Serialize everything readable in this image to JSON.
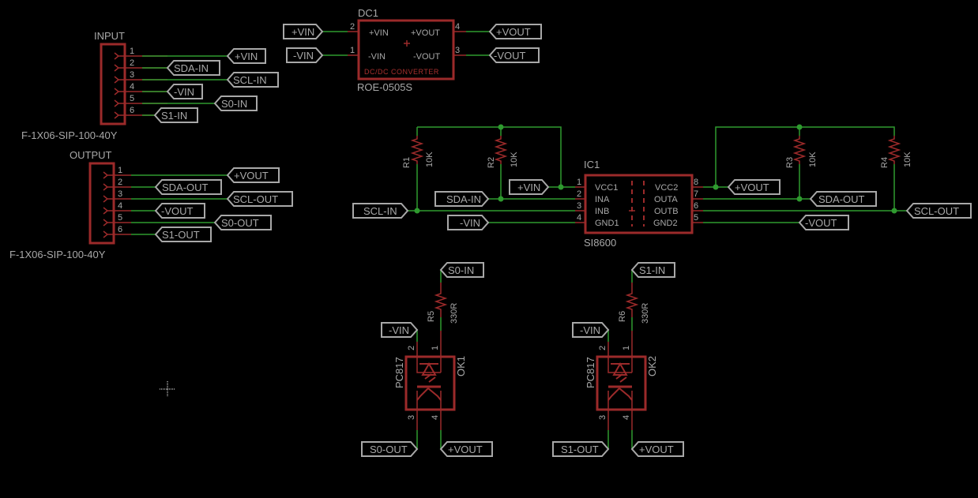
{
  "colors": {
    "background": "#000000",
    "wire": "#2f9a2f",
    "part": "#9b2a2a",
    "text": "#a8a8a8"
  },
  "input_header": {
    "name": "INPUT",
    "value": "F-1X06-SIP-100-40Y",
    "pins": [
      "1",
      "2",
      "3",
      "4",
      "5",
      "6"
    ],
    "labels": [
      "+VIN",
      "SDA-IN",
      "SCL-IN",
      "-VIN",
      "S0-IN",
      "S1-IN"
    ]
  },
  "output_header": {
    "name": "OUTPUT",
    "value": "F-1X06-SIP-100-40Y",
    "pins": [
      "1",
      "2",
      "3",
      "4",
      "5",
      "6"
    ],
    "labels": [
      "+VOUT",
      "SDA-OUT",
      "SCL-OUT",
      "-VOUT",
      "S0-OUT",
      "S1-OUT"
    ]
  },
  "dc1": {
    "name": "DC1",
    "value": "ROE-0505S",
    "subtitle": "DC/DC CONVERTER",
    "pins": {
      "vin_p": "+VIN",
      "vin_n": "-VIN",
      "vout_p": "+VOUT",
      "vout_n": "-VOUT"
    },
    "pin_numbers": [
      "2",
      "1",
      "4",
      "3"
    ],
    "labels": [
      "+VIN",
      "-VIN",
      "+VOUT",
      "-VOUT"
    ]
  },
  "ic1": {
    "name": "IC1",
    "value": "SI8600",
    "left_pins": [
      "VCC1",
      "INA",
      "INB",
      "GND1"
    ],
    "right_pins": [
      "VCC2",
      "OUTA",
      "OUTB",
      "GND2"
    ],
    "left_numbers": [
      "1",
      "2",
      "3",
      "4"
    ],
    "right_numbers": [
      "8",
      "7",
      "6",
      "5"
    ],
    "left_labels": [
      "+VIN",
      "SDA-IN",
      "SCL-IN",
      "-VIN"
    ],
    "right_labels": [
      "+VOUT",
      "SDA-OUT",
      "SCL-OUT",
      "-VOUT"
    ]
  },
  "resistors": [
    {
      "name": "R1",
      "value": "10K"
    },
    {
      "name": "R2",
      "value": "10K"
    },
    {
      "name": "R3",
      "value": "10K"
    },
    {
      "name": "R4",
      "value": "10K"
    },
    {
      "name": "R5",
      "value": "330R"
    },
    {
      "name": "R6",
      "value": "330R"
    }
  ],
  "optos": [
    {
      "name": "OK1",
      "value": "PC817",
      "pins": [
        "2",
        "1",
        "3",
        "4"
      ],
      "labels": {
        "in": "S0-IN",
        "gnd": "-VIN",
        "out": "S0-OUT",
        "vcc": "+VOUT"
      }
    },
    {
      "name": "OK2",
      "value": "PC817",
      "pins": [
        "2",
        "1",
        "3",
        "4"
      ],
      "labels": {
        "in": "S1-IN",
        "gnd": "-VIN",
        "out": "S1-OUT",
        "vcc": "+VOUT"
      }
    }
  ]
}
